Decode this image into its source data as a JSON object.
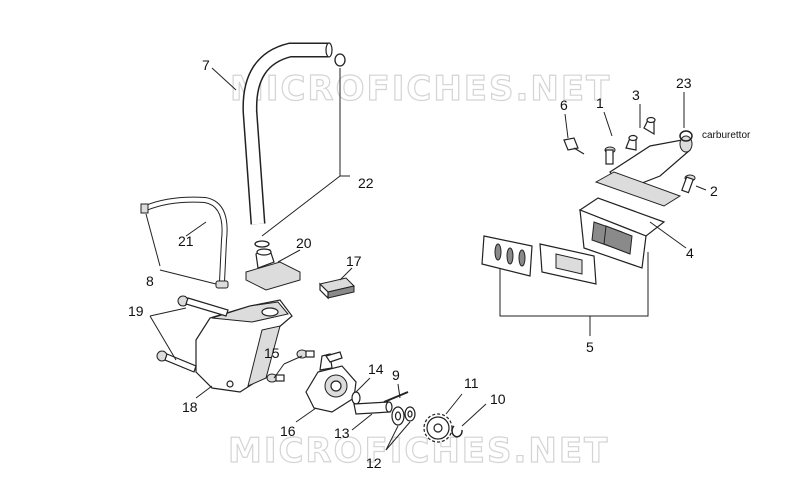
{
  "watermark": "MICROFICHES.NET",
  "labels": {
    "p1": "1",
    "p2": "2",
    "p3": "3",
    "p4": "4",
    "p5": "5",
    "p6": "6",
    "p7": "7",
    "p8": "8",
    "p9": "9",
    "p10": "10",
    "p11": "11",
    "p12": "12",
    "p13": "13",
    "p14": "14",
    "p15": "15",
    "p16": "16",
    "p17": "17",
    "p18": "18",
    "p19": "19",
    "p20": "20",
    "p21": "21",
    "p22": "22",
    "p23": "23"
  },
  "note": "carburettor"
}
